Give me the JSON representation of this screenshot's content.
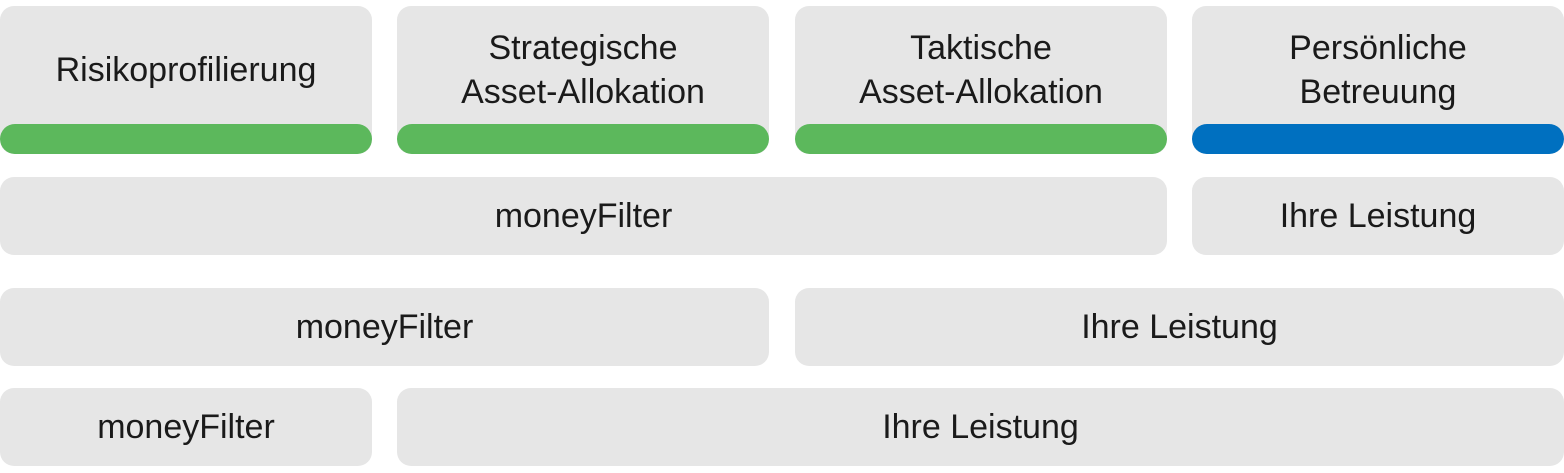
{
  "columns": [
    {
      "label": "Risikoprofilierung",
      "bar_color": "#5cb85c"
    },
    {
      "label": "Strategische\nAsset-Allokation",
      "bar_color": "#5cb85c"
    },
    {
      "label": "Taktische\nAsset-Allokation",
      "bar_color": "#5cb85c"
    },
    {
      "label": "Persönliche\nBetreuung",
      "bar_color": "#0070c0"
    }
  ],
  "rows": [
    {
      "provider": "moneyFilter",
      "client": "Ihre Leistung"
    },
    {
      "provider": "moneyFilter",
      "client": "Ihre Leistung"
    },
    {
      "provider": "moneyFilter",
      "client": "Ihre Leistung"
    }
  ]
}
